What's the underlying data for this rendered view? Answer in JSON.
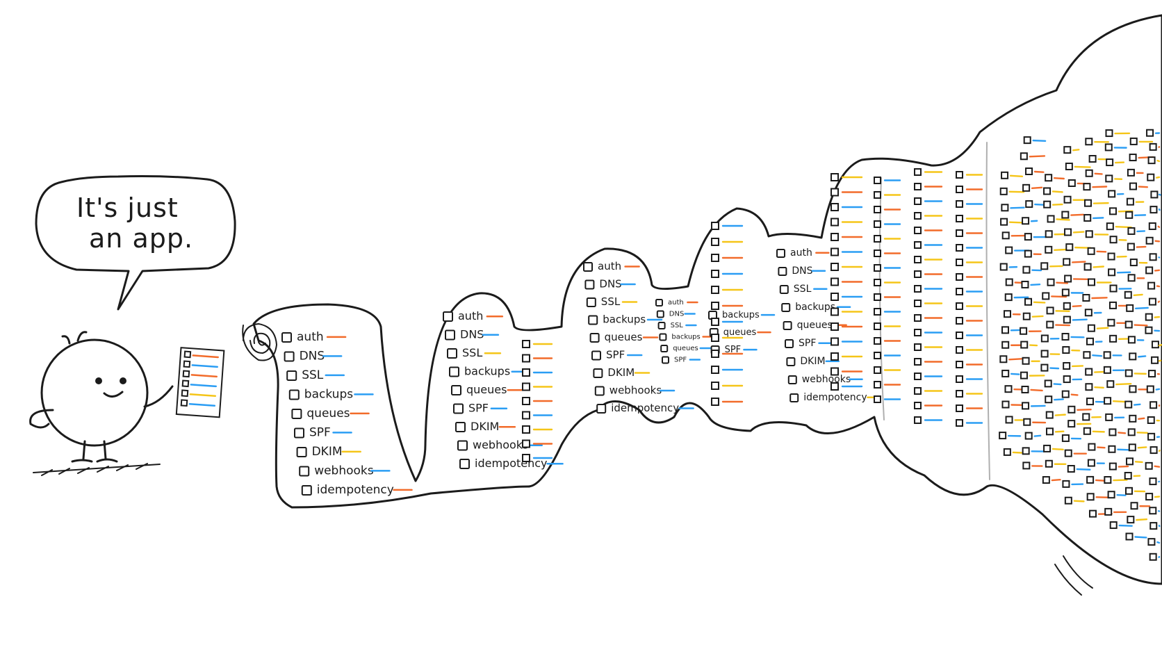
{
  "speech_bubble": {
    "line1": "It's just",
    "line2": "an app."
  },
  "colors": {
    "ink": "#1b1b1b",
    "orange": "#f26b2a",
    "blue": "#2a9df4",
    "yellow": "#f5c518",
    "paper": "#ffffff"
  },
  "icons": [
    "stick-figure",
    "speech-bubble",
    "checklist-card",
    "paper-scroll",
    "checkbox"
  ],
  "segments": [
    {
      "items": [
        {
          "label": "auth",
          "color": "orange"
        },
        {
          "label": "DNS",
          "color": "blue"
        },
        {
          "label": "SSL",
          "color": "blue"
        },
        {
          "label": "backups",
          "color": "blue"
        },
        {
          "label": "queues",
          "color": "orange"
        },
        {
          "label": "SPF",
          "color": "blue"
        },
        {
          "label": "DKIM",
          "color": "yellow"
        },
        {
          "label": "webhooks",
          "color": "blue"
        },
        {
          "label": "idempotency",
          "color": "orange"
        }
      ]
    },
    {
      "items": [
        {
          "label": "auth",
          "color": "orange"
        },
        {
          "label": "DNS",
          "color": "blue"
        },
        {
          "label": "SSL",
          "color": "yellow"
        },
        {
          "label": "backups",
          "color": "blue"
        },
        {
          "label": "queues",
          "color": "orange"
        },
        {
          "label": "SPF",
          "color": "blue"
        },
        {
          "label": "DKIM",
          "color": "orange"
        },
        {
          "label": "webhooks",
          "color": "blue"
        },
        {
          "label": "idempotency",
          "color": "blue"
        }
      ]
    },
    {
      "items": [
        {
          "label": "auth",
          "color": "orange"
        },
        {
          "label": "DNS",
          "color": "blue"
        },
        {
          "label": "SSL",
          "color": "yellow"
        },
        {
          "label": "backups",
          "color": "blue"
        },
        {
          "label": "queues",
          "color": "orange"
        },
        {
          "label": "SPF",
          "color": "blue"
        },
        {
          "label": "DKIM",
          "color": "yellow"
        },
        {
          "label": "webhooks",
          "color": "blue"
        },
        {
          "label": "idempotency",
          "color": "blue"
        }
      ]
    },
    {
      "items": [
        {
          "label": "auth",
          "color": "orange"
        },
        {
          "label": "DNS",
          "color": "blue"
        },
        {
          "label": "SSL",
          "color": "blue"
        },
        {
          "label": "backups",
          "color": "orange"
        },
        {
          "label": "queues",
          "color": "blue"
        },
        {
          "label": "SPF",
          "color": "blue"
        }
      ]
    },
    {
      "items": [
        {
          "label": "backups",
          "color": "blue"
        },
        {
          "label": "queues",
          "color": "orange"
        },
        {
          "label": "SPF",
          "color": "blue"
        }
      ]
    },
    {
      "items": [
        {
          "label": "auth",
          "color": "orange"
        },
        {
          "label": "DNS",
          "color": "blue"
        },
        {
          "label": "SSL",
          "color": "blue"
        },
        {
          "label": "backups",
          "color": "blue"
        },
        {
          "label": "queues",
          "color": "orange"
        },
        {
          "label": "SPF",
          "color": "blue"
        },
        {
          "label": "DKIM",
          "color": "blue"
        },
        {
          "label": "webhooks",
          "color": "blue"
        },
        {
          "label": "idempotency",
          "color": "yellow"
        }
      ]
    }
  ]
}
